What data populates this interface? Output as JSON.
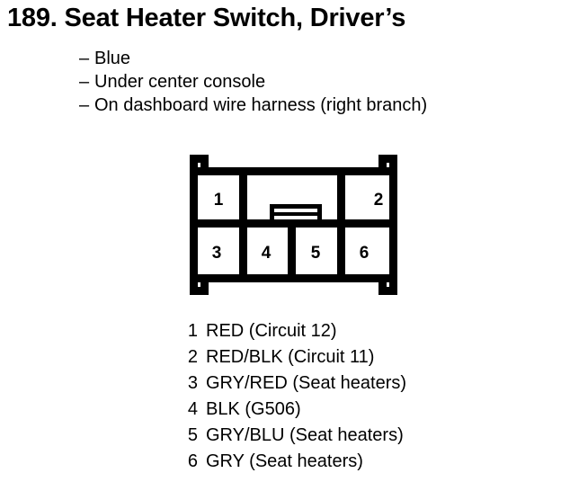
{
  "page": {
    "title": "189.  Seat Heater Switch, Driver’s"
  },
  "notes": {
    "dash": "–",
    "items": [
      {
        "text": "Blue"
      },
      {
        "text": "Under center console"
      },
      {
        "text": "On dashboard wire harness (right branch)"
      }
    ]
  },
  "connector": {
    "top_row": [
      {
        "number": "1"
      },
      {
        "number": "2"
      }
    ],
    "bottom_row": [
      {
        "number": "3"
      },
      {
        "number": "4"
      },
      {
        "number": "5"
      },
      {
        "number": "6"
      }
    ],
    "outline_color": "#000000",
    "fill_color": "#ffffff"
  },
  "pin_legend": [
    {
      "number": "1",
      "description": "RED (Circuit 12)"
    },
    {
      "number": "2",
      "description": "RED/BLK (Circuit 11)"
    },
    {
      "number": "3",
      "description": "GRY/RED (Seat heaters)"
    },
    {
      "number": "4",
      "description": "BLK (G506)"
    },
    {
      "number": "5",
      "description": "GRY/BLU (Seat heaters)"
    },
    {
      "number": "6",
      "description": "GRY (Seat heaters)"
    }
  ]
}
